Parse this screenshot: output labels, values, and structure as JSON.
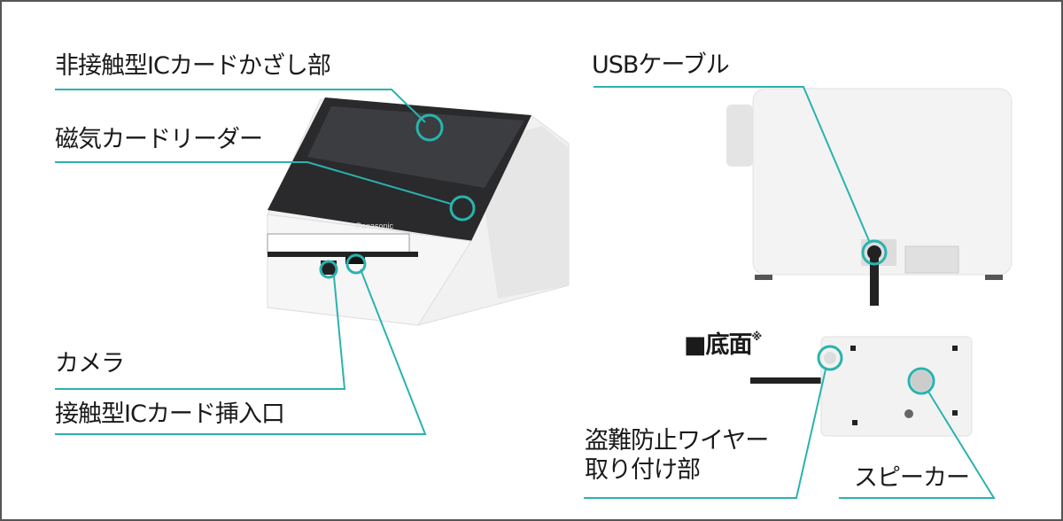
{
  "labels": {
    "contactless_ic": "非接触型ICカードかざし部",
    "magnetic_reader": "磁気カードリーダー",
    "camera": "カメラ",
    "contact_ic_slot": "接触型ICカード挿入口",
    "usb_cable": "USBケーブル",
    "bottom_heading": "■底面",
    "bottom_note_mark": "※",
    "anti_theft_line1": "盗難防止ワイヤー",
    "anti_theft_line2": "取り付け部",
    "speaker": "スピーカー"
  },
  "device_logo": "Panasonic",
  "colors": {
    "leader": "#2ab3ae",
    "frame": "#555555"
  }
}
